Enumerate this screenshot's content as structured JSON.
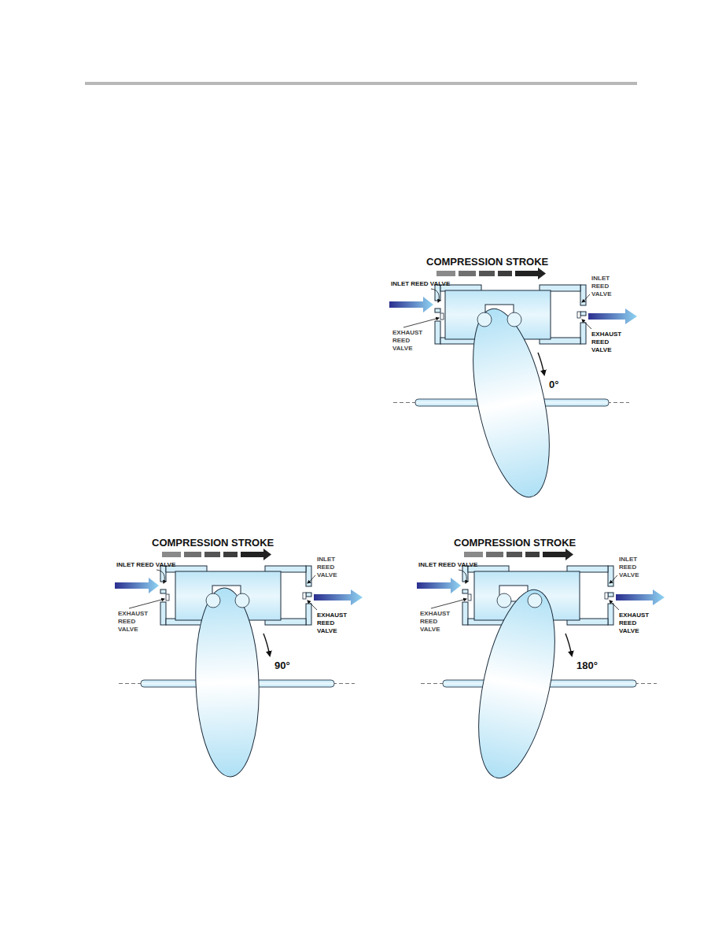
{
  "diagram": {
    "labels": [
      "COMPRESSION STROKE",
      "INLET REED VALVE",
      "INLET REED VALVE",
      "EXHAUST REED VALVE",
      "EXHAUST REED VALVE",
      "0°",
      "COMPRESSION STROKE",
      "INLET REED VALVE",
      "INLET REED VALVE",
      "EXHAUST REED VALVE",
      "EXHAUST REED VALVE",
      "90°",
      "COMPRESSION STROKE",
      "INLET REED VALVE",
      "INLET REED VALVE",
      "EXHAUST REED VALVE",
      "EXHAUST REED VALVE",
      "180°"
    ]
  }
}
